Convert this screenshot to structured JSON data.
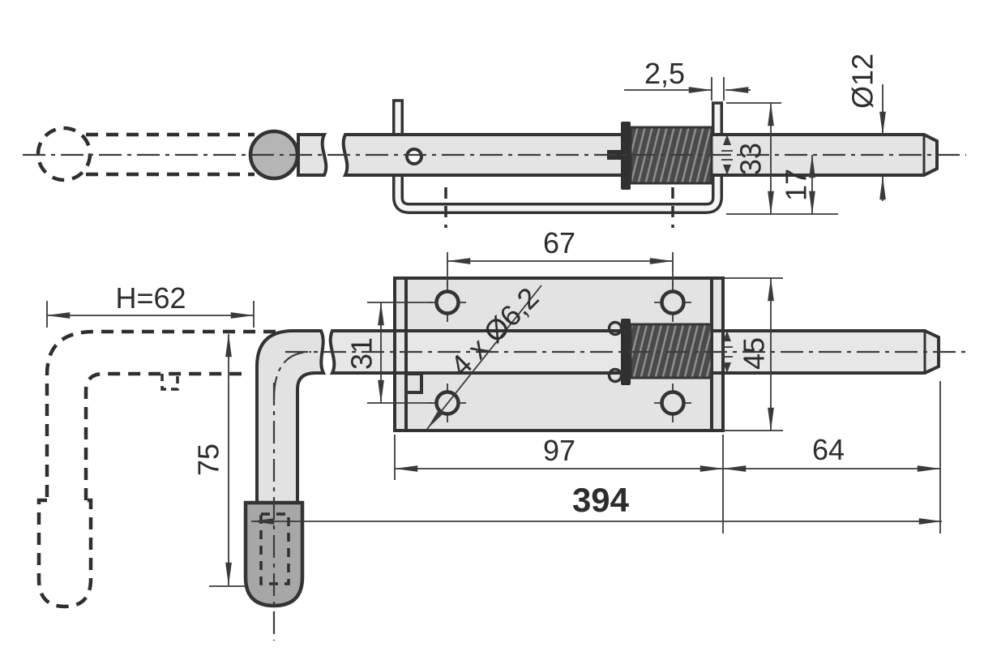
{
  "colors": {
    "line": "#333333",
    "fill_light": "#e4e4e4",
    "fill_rod": "#e7e7e7",
    "fill_knob": "#b5b5b5",
    "fill_grip": "#a7a7a7",
    "spring_dark": "#4a4a4a",
    "spring_stripe": "#909090",
    "washer": "#303030",
    "background": "#ffffff"
  },
  "dimensions": {
    "bracket_thickness": "2,5",
    "rod_diameter": "Ø12",
    "bracket_height": "33",
    "center_to_base": "17",
    "hole_pitch_horizontal": "67",
    "handle_height": "H=62",
    "hole_pitch_vertical": "31",
    "mounting_holes": "4 x Ø6,2",
    "plate_height": "45",
    "handle_length": "75",
    "plate_length": "97",
    "rod_protrusion": "64",
    "overall_length": "394"
  }
}
